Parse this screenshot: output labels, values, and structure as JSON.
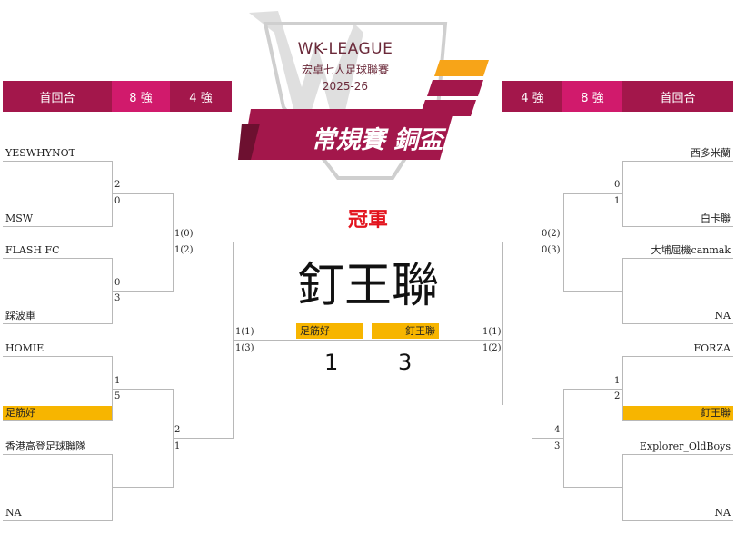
{
  "logo": {
    "line1": "WK-LEAGUE",
    "line2": "宏卓七人足球聯賽",
    "line3": "2025-26",
    "banner": "常規賽 銅盃"
  },
  "colors": {
    "dark": "#a3174b",
    "pink": "#d11a6c",
    "gold": "#f7b500",
    "red": "#e3141e"
  },
  "left_rounds": [
    "首回合",
    "8 強",
    "4 強"
  ],
  "right_rounds": [
    "4 強",
    "8 強",
    "首回合"
  ],
  "champion": {
    "label": "冠軍",
    "name": "釘王聯"
  },
  "final": {
    "left_team": "足筋好",
    "right_team": "釘王聯",
    "left_score": "1",
    "right_score": "3",
    "left_legs": [
      "1(1)",
      "1(3)"
    ],
    "right_legs": [
      "1(1)",
      "1(2)"
    ]
  },
  "left": {
    "r1": [
      {
        "team": "YESWHYNOT",
        "score": "2"
      },
      {
        "team": "MSW",
        "score": "0"
      },
      {
        "team": "FLASH FC",
        "score": "0"
      },
      {
        "team": "踩波車",
        "score": "3"
      },
      {
        "team": "HOMIE",
        "score": "1"
      },
      {
        "team": "足筋好",
        "score": "5"
      },
      {
        "team": "香港高登足球聯隊",
        "score": ""
      },
      {
        "team": "NA",
        "score": ""
      }
    ],
    "qf": [
      {
        "top": "1(0)",
        "bottom": "1(2)"
      },
      {
        "top": "2",
        "bottom": "1"
      }
    ]
  },
  "right": {
    "r1": [
      {
        "team": "西多米蘭",
        "score": "0"
      },
      {
        "team": "白卡聯",
        "score": "1"
      },
      {
        "team": "大埔屈機canmak",
        "score": ""
      },
      {
        "team": "NA",
        "score": ""
      },
      {
        "team": "FORZA",
        "score": "1"
      },
      {
        "team": "釘王聯",
        "score": "2"
      },
      {
        "team": "Explorer_OldBoys",
        "score": ""
      },
      {
        "team": "NA",
        "score": ""
      }
    ],
    "qf": [
      {
        "top": "0(2)",
        "bottom": "0(3)"
      },
      {
        "top": "4",
        "bottom": "3"
      }
    ]
  }
}
